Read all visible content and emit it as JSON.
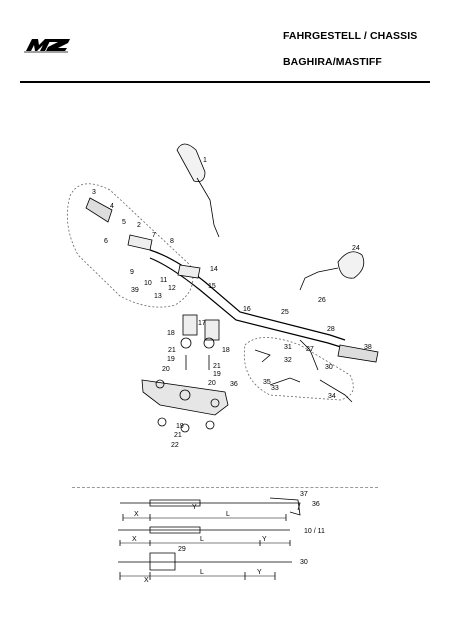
{
  "header": {
    "logo_text": "MZ",
    "title_line1": "FAHRGESTELL / CHASSIS",
    "title_line2": "BAGHIRA/MASTIFF"
  },
  "parts": {
    "p1": "1",
    "p2": "2",
    "p3": "3",
    "p4": "4",
    "p5": "5",
    "p6": "6",
    "p7": "7",
    "p8": "8",
    "p9": "9",
    "p10": "10",
    "p11": "11",
    "p12": "12",
    "p13": "13",
    "p14": "14",
    "p15": "15",
    "p16": "16",
    "p17": "17",
    "p18a": "18",
    "p18b": "18",
    "p19a": "19",
    "p19b": "19",
    "p19c": "19",
    "p20a": "20",
    "p20b": "20",
    "p21a": "21",
    "p21b": "21",
    "p21c": "21",
    "p22": "22",
    "p24": "24",
    "p25": "25",
    "p26": "26",
    "p27": "27",
    "p28": "28",
    "p29": "29",
    "p30a": "30",
    "p30b": "30",
    "p31": "31",
    "p32": "32",
    "p33": "33",
    "p34": "34",
    "p35": "35",
    "p36a": "36",
    "p36b": "36",
    "p37": "37",
    "p38": "38",
    "p39": "39",
    "p1011": "10 / 11"
  },
  "dims": {
    "x1": "X",
    "y1": "Y",
    "l1": "L",
    "x2": "X",
    "l2": "L",
    "y2": "Y",
    "x3": "X",
    "l3": "L",
    "y3": "Y"
  },
  "colors": {
    "line": "#000000",
    "dashed": "#888888",
    "background": "#ffffff"
  }
}
